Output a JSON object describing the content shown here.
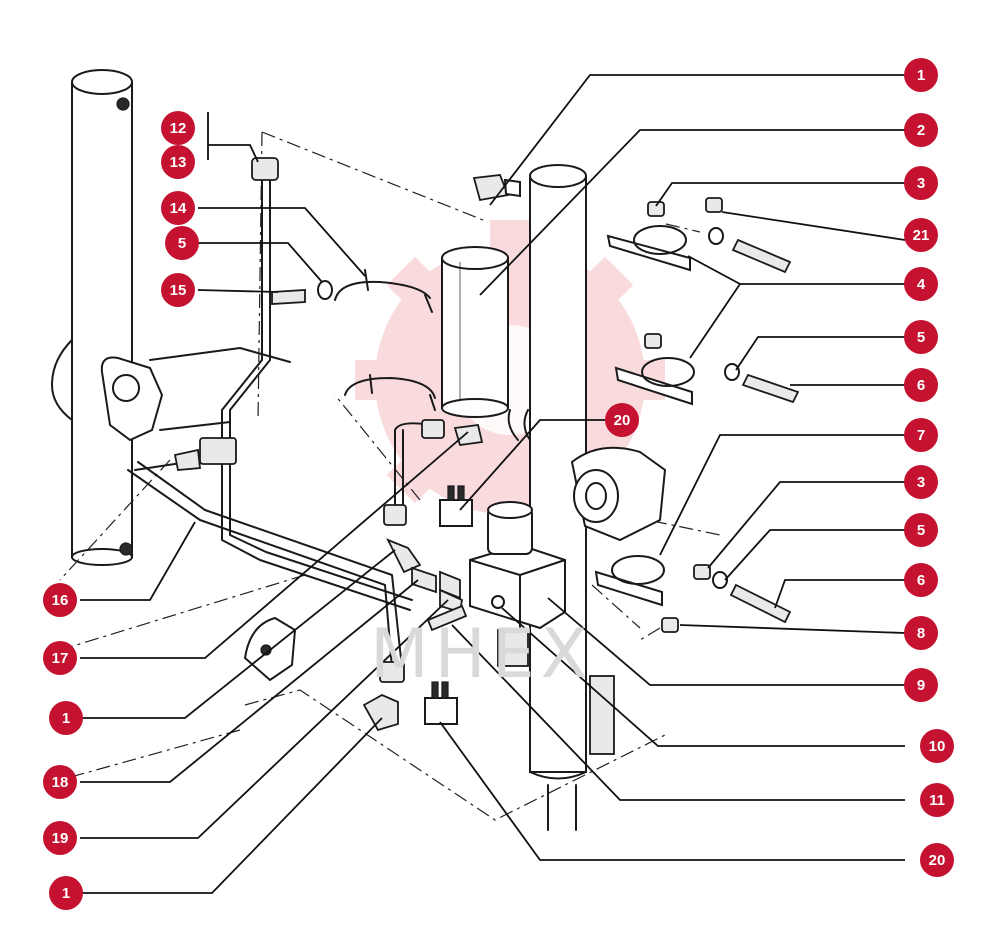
{
  "watermark": "МНЕХ",
  "callouts": {
    "c1a": "1",
    "c2": "2",
    "c3a": "3",
    "c21": "21",
    "c4": "4",
    "c5a": "5",
    "c6a": "6",
    "c20a": "20",
    "c7": "7",
    "c3b": "3",
    "c5b": "5",
    "c6b": "6",
    "c8": "8",
    "c9": "9",
    "c10": "10",
    "c11": "11",
    "c20b": "20",
    "c12": "12",
    "c13": "13",
    "c14": "14",
    "c5c": "5",
    "c15": "15",
    "c16": "16",
    "c17": "17",
    "c1b": "1",
    "c18": "18",
    "c19": "19",
    "c1c": "1"
  },
  "colors": {
    "callout": "#c41230",
    "line": "#1a1a1a",
    "watermark_gear": "#f4c3c8"
  }
}
